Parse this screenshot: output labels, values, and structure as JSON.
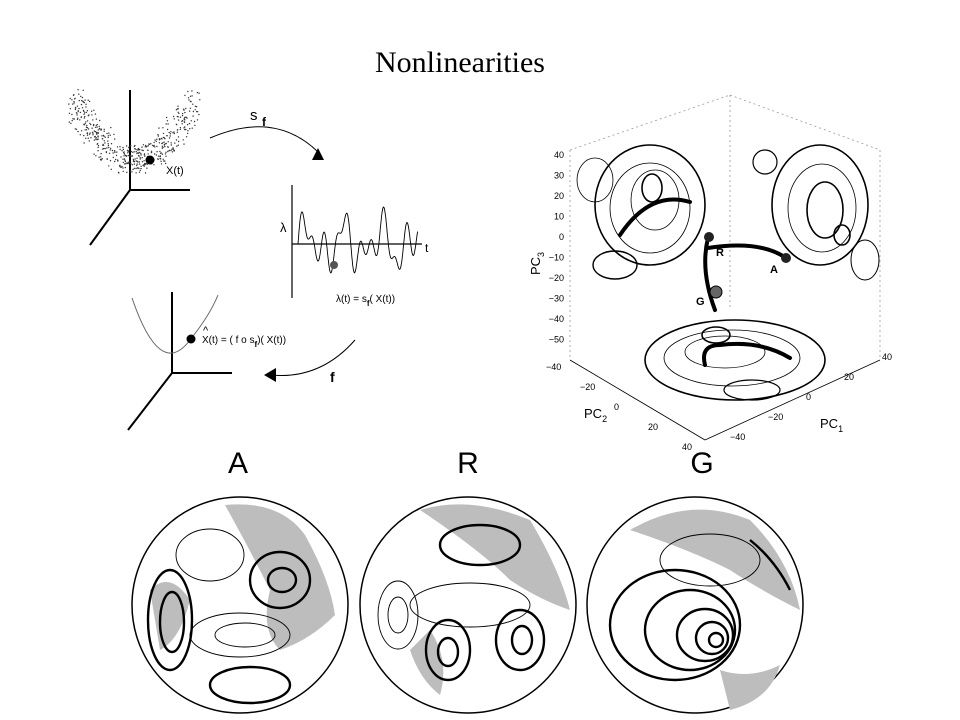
{
  "title": "Nonlinearities",
  "schematic": {
    "sf_label": "s",
    "sf_sub": "f",
    "xt_label": "X(t)",
    "lambda_axis": "λ",
    "t_axis": "t",
    "lambda_eq": "λ(t) = s",
    "lambda_eq_sub": "f",
    "lambda_eq_arg": "( X(t))",
    "xhat_hat": "^",
    "xhat_eq": "X(t) = ( f o s",
    "xhat_sub": "f",
    "xhat_arg": ")( X(t))",
    "f_label": "f"
  },
  "pc_plot": {
    "z_ticks": [
      "40",
      "30",
      "20",
      "10",
      "0",
      "−10",
      "−20",
      "−30",
      "−40",
      "−50"
    ],
    "pc3": "PC",
    "pc3_sub": "3",
    "pc2": "PC",
    "pc2_sub": "2",
    "pc1": "PC",
    "pc1_sub": "1",
    "pc2_ticks": [
      "−40",
      "−20",
      "0",
      "20",
      "40"
    ],
    "pc1_ticks": [
      "−40",
      "−20",
      "0",
      "20",
      "40"
    ],
    "regime_r": "R",
    "regime_a": "A",
    "regime_g": "G"
  },
  "maps": {
    "a": "A",
    "r": "R",
    "g": "G"
  }
}
